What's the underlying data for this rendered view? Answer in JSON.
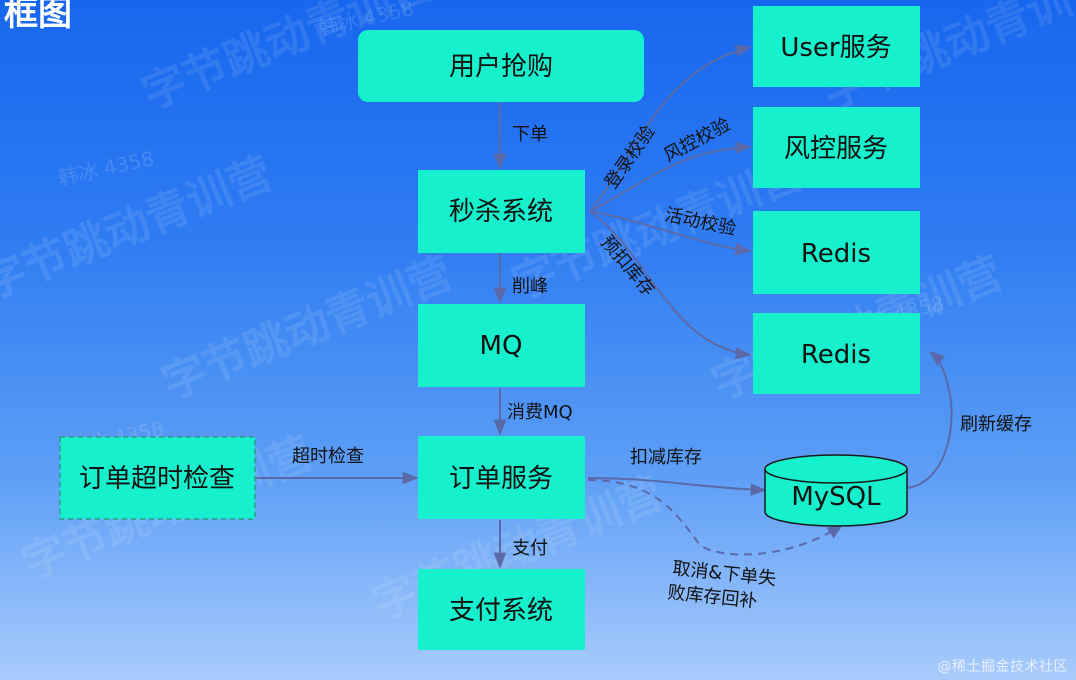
{
  "corner_title": "框图",
  "watermark": {
    "brand": "字节跳动青训营",
    "user": "韩冰 4358"
  },
  "credit": "@稀土掘金技术社区",
  "colors": {
    "node_fill": "#16f0cc",
    "edge": "#5a6aa8"
  },
  "nodes": {
    "user_rush": "用户抢购",
    "seckill": "秒杀系统",
    "mq": "MQ",
    "order_service": "订单服务",
    "payment": "支付系统",
    "order_timeout": "订单超时检查",
    "user_service": "User服务",
    "risk_service": "风控服务",
    "redis_1": "Redis",
    "redis_2": "Redis",
    "mysql": "MySQL"
  },
  "edges": {
    "place_order": "下单",
    "peak_shaving": "削峰",
    "consume_mq": "消费MQ",
    "pay": "支付",
    "timeout_check": "超时检查",
    "login_check": "登录校验",
    "risk_check": "风控校验",
    "activity_check": "活动校验",
    "pre_deduct": "预扣库存",
    "deduct_stock": "扣减库存",
    "refresh_cache": "刷新缓存",
    "compensate_line1": "取消&下单失",
    "compensate_line2": "败库存回补"
  }
}
